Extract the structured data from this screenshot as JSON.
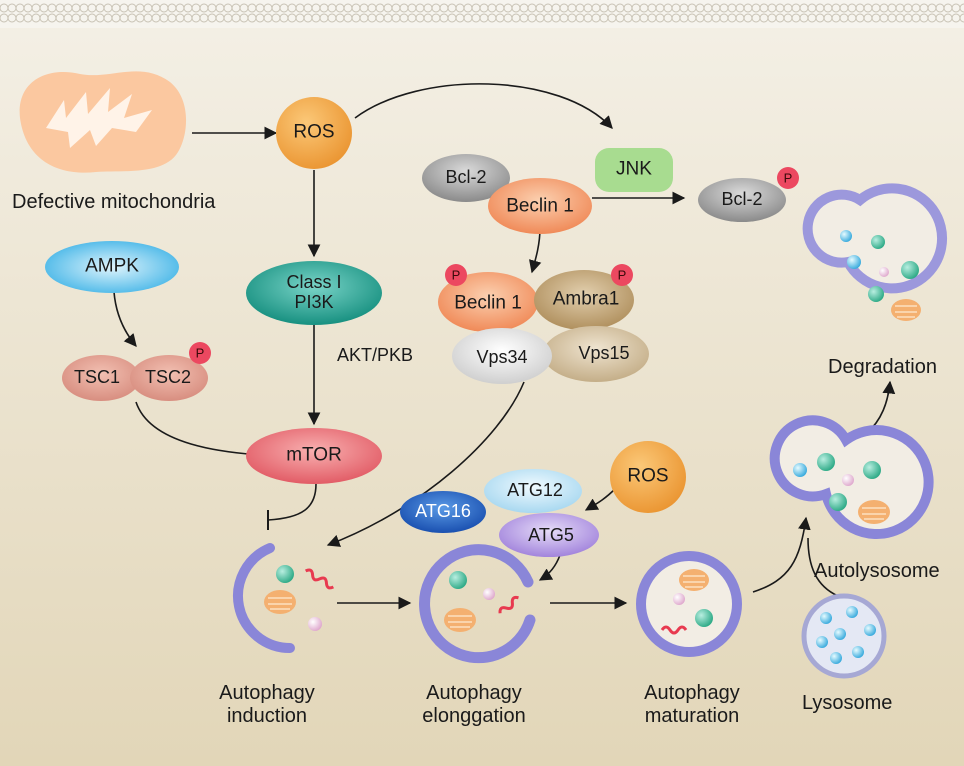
{
  "nodes": {
    "ros_top": "ROS",
    "ros_lower": "ROS",
    "ampk": "AMPK",
    "tsc1": "TSC1",
    "tsc2": "TSC2",
    "class1_pi3k": "Class I\nPI3K",
    "akt": "AKT/PKB",
    "mtor": "mTOR",
    "bcl2": "Bcl-2",
    "beclin1": "Beclin 1",
    "jnk": "JNK",
    "bcl2_p": "Bcl-2",
    "beclin1_p": "Beclin 1",
    "ambra1": "Ambra1",
    "vps34": "Vps34",
    "vps15": "Vps15",
    "atg12": "ATG12",
    "atg16": "ATG16",
    "atg5": "ATG5",
    "phospho": "P"
  },
  "labels": {
    "defective_mitochondria": "Defective mitochondria",
    "degradation": "Degradation",
    "autolysosome": "Autolysosome",
    "lysosome": "Lysosome",
    "induction": "Autophagy\ninduction",
    "elongation": "Autophagy\nelonggation",
    "maturation": "Autophagy\nmaturation"
  },
  "colors": {
    "background_top": "#f4f0e6",
    "background_bottom": "#e4d9bd",
    "ros": "#f0a040",
    "ampk": "#4ab8e8",
    "tsc": "#e8a898",
    "pi3k": "#2aa89a",
    "mtor": "#e87a7a",
    "bcl2": "#9a9a9a",
    "beclin": "#f4a070",
    "jnk": "#a8dc90",
    "ambra": "#c8a878",
    "vps34": "#e2e2e2",
    "vps15": "#d8c8a8",
    "atg12": "#b8e0f4",
    "atg16": "#2a6cc8",
    "atg5": "#b49ae0",
    "phospho": "#ec4860",
    "membrane": "#8a86d8"
  }
}
